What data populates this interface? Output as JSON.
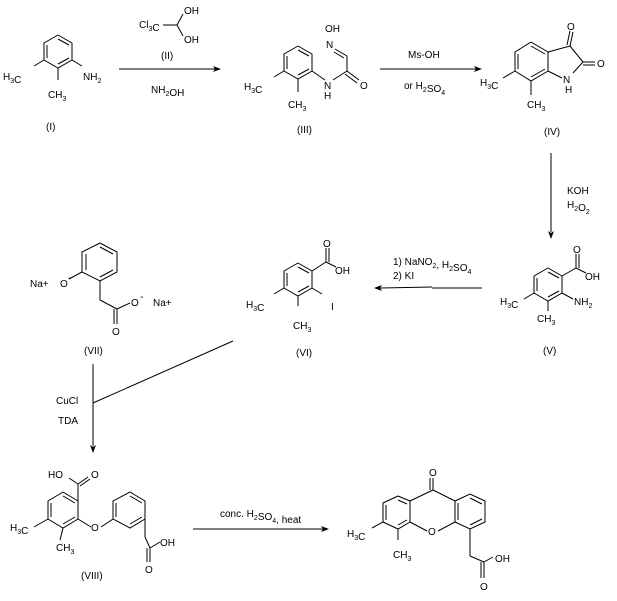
{
  "compounds": {
    "I": {
      "label": "(I)",
      "groups": {
        "me1": "H3C",
        "me2": "CH3",
        "amine": "NH2"
      }
    },
    "II": {
      "label": "(II)",
      "groups": {
        "ccl3": "Cl3C",
        "oh1": "OH",
        "oh2": "OH"
      }
    },
    "III": {
      "label": "(III)",
      "groups": {
        "me1": "H3C",
        "me2": "CH3",
        "nh_n": "N",
        "nh_h": "H",
        "o": "O",
        "n": "N",
        "oh": "OH"
      }
    },
    "IV": {
      "label": "(IV)",
      "groups": {
        "me1": "H3C",
        "me2": "CH3",
        "nh_n": "N",
        "nh_h": "H",
        "o1": "O",
        "o2": "O"
      }
    },
    "V": {
      "label": "(V)",
      "groups": {
        "me1": "H3C",
        "me2": "CH3",
        "amine": "NH2",
        "o": "O",
        "oh": "OH"
      }
    },
    "VI": {
      "label": "(VI)",
      "groups": {
        "me1": "H3C",
        "me2": "CH3",
        "iodo": "I",
        "o": "O",
        "oh": "OH"
      }
    },
    "VII": {
      "label": "(VII)",
      "groups": {
        "na1": "Na+",
        "o1": "O",
        "o2": "O",
        "na2": "Na+",
        "o3": "O",
        "minus": "-"
      }
    },
    "VIII": {
      "label": "(VIII)",
      "groups": {
        "ho": "HO",
        "o_top": "O",
        "me1": "H3C",
        "me2": "CH3",
        "ether": "O",
        "oh": "OH",
        "o_bot": "O"
      }
    },
    "IX": {
      "label": "",
      "groups": {
        "o_top": "O",
        "ether": "O",
        "me1": "H3C",
        "me2": "CH3",
        "oh": "OH",
        "o_bot": "O"
      }
    }
  },
  "reactions": [
    {
      "id": "step1",
      "reagents_below": "NH2OH"
    },
    {
      "id": "step2",
      "reagents_above": "Ms-OH",
      "reagents_below": "or H2SO4"
    },
    {
      "id": "step3",
      "reagents_line1": "KOH",
      "reagents_line2": "H2O2"
    },
    {
      "id": "step4",
      "reagents_line1": "1) NaNO2, H2SO4",
      "reagents_line2": "2) KI"
    },
    {
      "id": "step5",
      "reagents_line1": "CuCl",
      "reagents_line2": "TDA"
    },
    {
      "id": "step6",
      "reagents_above": "conc. H2SO4, heat"
    }
  ]
}
